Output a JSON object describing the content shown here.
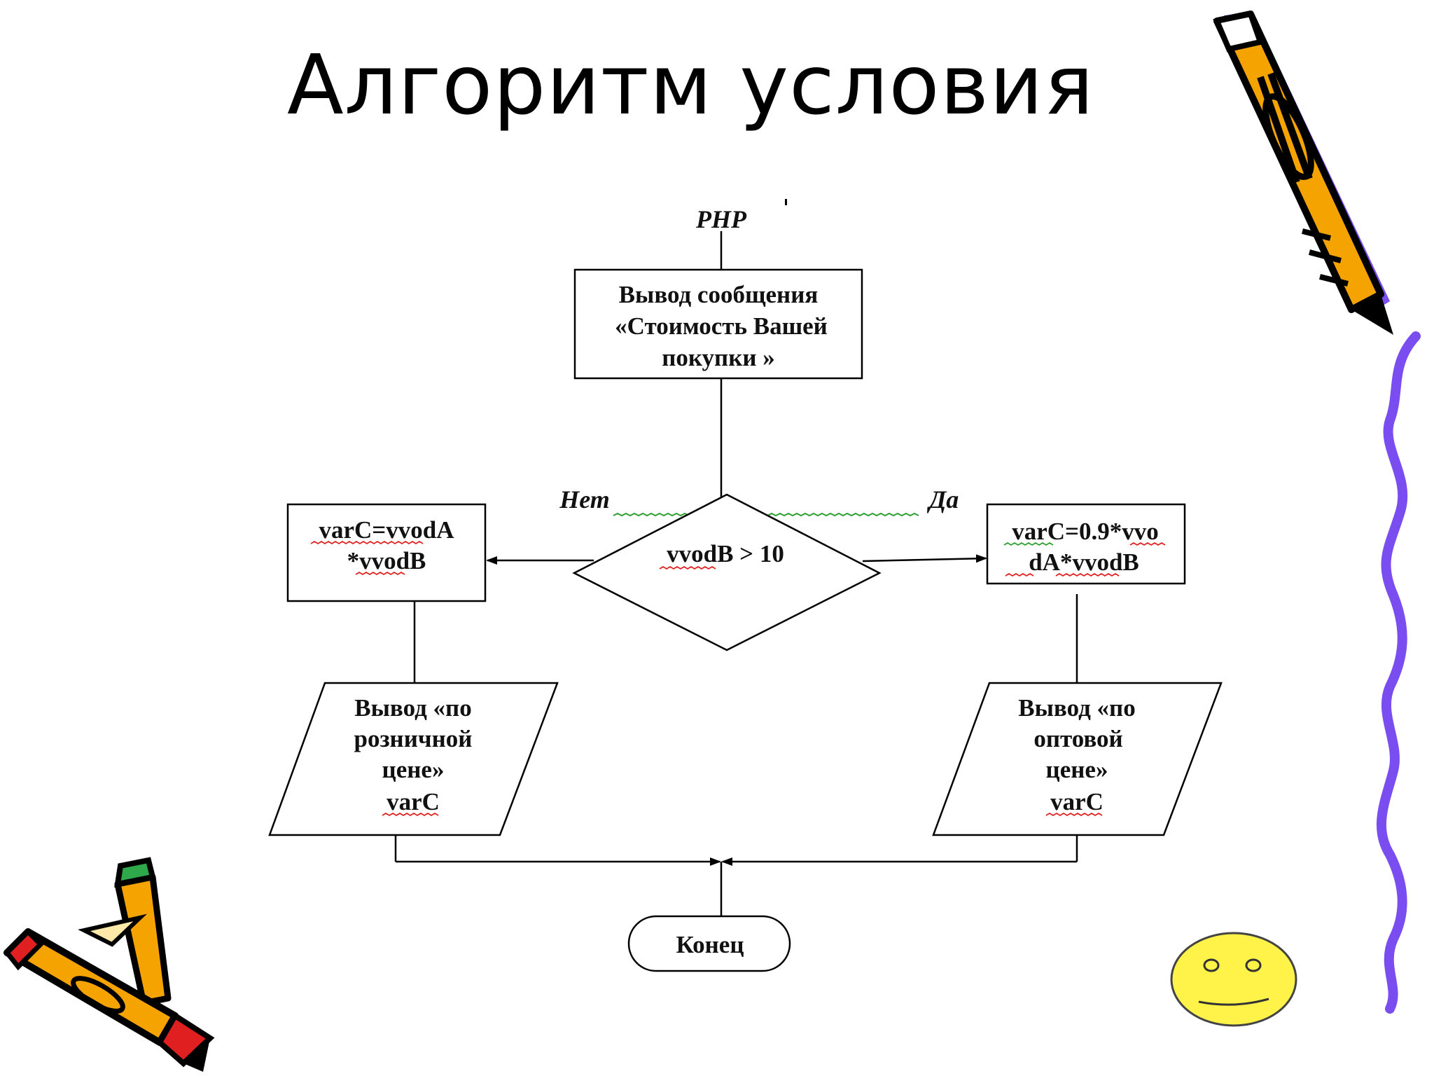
{
  "slide": {
    "title": "Алгоритм условия"
  },
  "flowchart": {
    "start_label": "PHP",
    "output_message": [
      "Вывод сообщения",
      "«Стоимость Вашей",
      "покупки »"
    ],
    "decision": "vvodB > 10",
    "no_label": "Нет",
    "yes_label": "Да",
    "process_no": [
      "varC=vvodA",
      "*vvodB"
    ],
    "process_yes": [
      "varC=0.9*vvo",
      "dA*vvodB"
    ],
    "output_no": [
      "Вывод «по",
      "розничной",
      "цене»",
      "varC"
    ],
    "output_yes": [
      "Вывод «по",
      "оптовой",
      "цене»",
      "varC"
    ],
    "end": "Конец"
  },
  "colors": {
    "line": "#000000",
    "spellcheck_red": "#e02020",
    "spellcheck_green": "#2e9e2e",
    "pencil_orange": "#f5a300",
    "pencil_purple": "#7a4df0",
    "smiley_yellow": "#fff34a"
  }
}
